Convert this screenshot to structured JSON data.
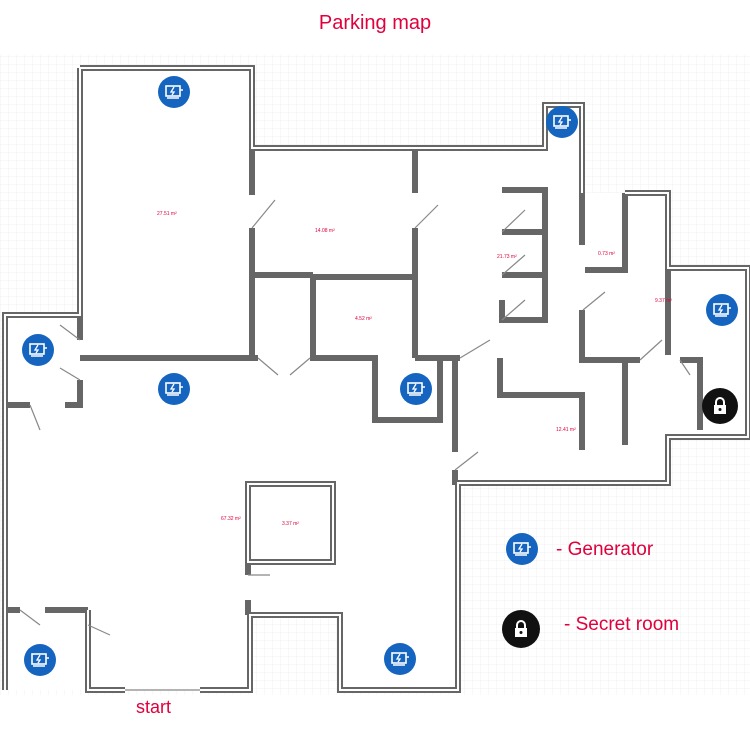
{
  "title": "Parking map",
  "rooms": [
    {
      "area": "27.51 m²"
    },
    {
      "area": "14.08 m²"
    },
    {
      "area": "4.52 m²"
    },
    {
      "area": "21.73 m²"
    },
    {
      "area": "0.73 m²"
    },
    {
      "area": "9.37 m²"
    },
    {
      "area": "12.41 m²"
    },
    {
      "area": "67.32 m²"
    },
    {
      "area": "3.37 m²"
    }
  ],
  "legend": {
    "generator": "- Generator",
    "secret_room": "- Secret room"
  },
  "start_label": "start",
  "colors": {
    "accent": "#e0003c",
    "generator": "#1565c0",
    "lock": "#111111"
  }
}
